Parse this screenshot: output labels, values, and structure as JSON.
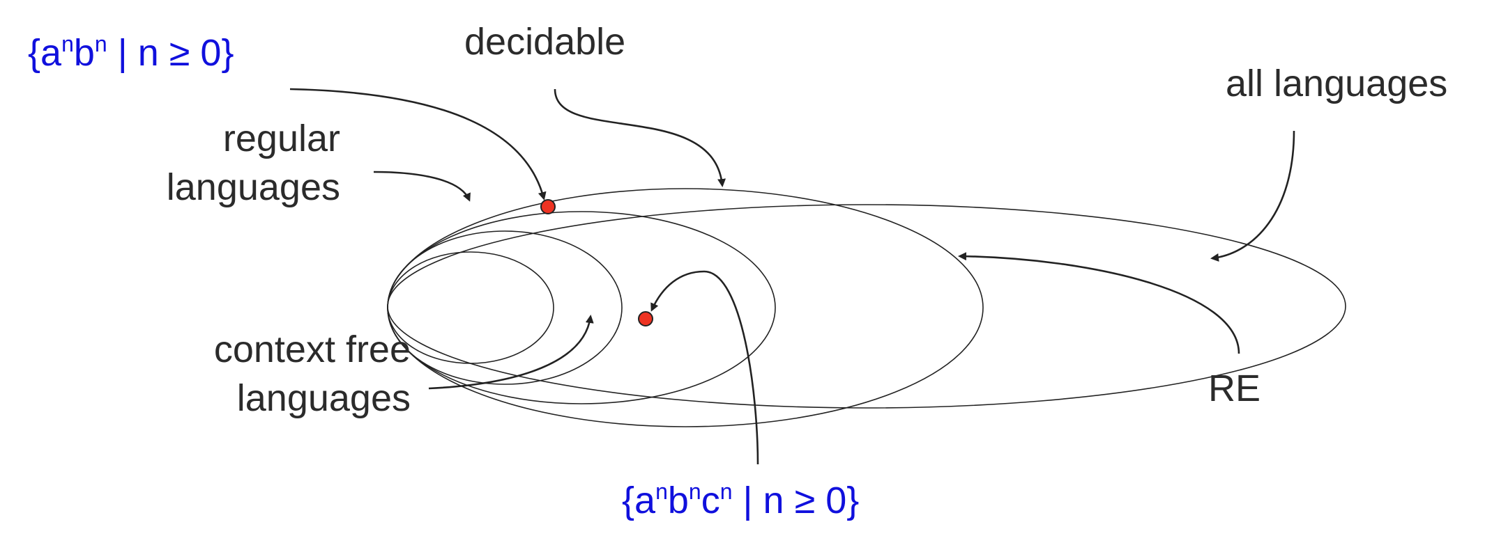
{
  "colors": {
    "ink": "#222222",
    "set_label": "#2b2b2b",
    "example_label": "#1010dd",
    "example_dot": "#ee3322"
  },
  "labels": {
    "decidable": "decidable",
    "all_languages": "all languages",
    "regular_line1": "regular",
    "regular_line2": "languages",
    "context_free_line1": "context free",
    "context_free_line2": "languages",
    "re": "RE"
  },
  "examples": {
    "anbn": {
      "open": "{a",
      "sup1": "n",
      "mid": "b",
      "sup2": "n",
      "close": " | n ≥ 0}"
    },
    "anbncn": {
      "open": "{a",
      "sup1": "n",
      "mid1": "b",
      "sup2": "n",
      "mid2": "c",
      "sup3": "n",
      "close": " | n ≥ 0}"
    }
  }
}
